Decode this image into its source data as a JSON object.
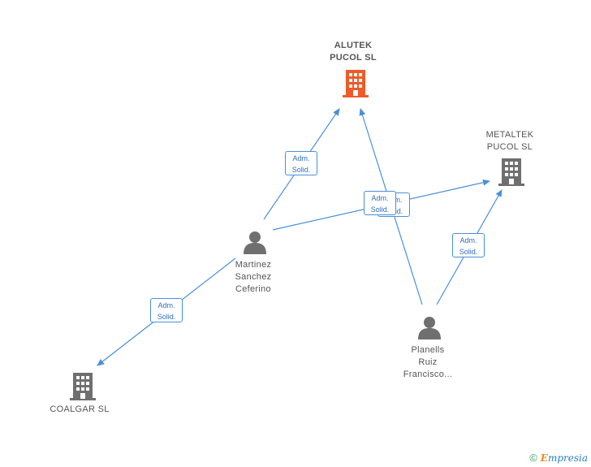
{
  "nodes": {
    "alutek": {
      "label": "ALUTEK\nPUCOL SL",
      "type": "company",
      "highlight": true,
      "color": "#f05a28"
    },
    "metaltek": {
      "label": "METALTEK\nPUCOL SL",
      "type": "company",
      "color": "#777777"
    },
    "coalgar": {
      "label": "COALGAR SL",
      "type": "company",
      "color": "#777777"
    },
    "martinez": {
      "label": "Martinez\nSanchez\nCeferino",
      "type": "person",
      "color": "#777777"
    },
    "planells": {
      "label": "Planells\nRuiz\nFrancisco...",
      "type": "person",
      "color": "#777777"
    }
  },
  "edges": [
    {
      "from": "martinez",
      "to": "alutek",
      "label": "Adm.\nSolid."
    },
    {
      "from": "martinez",
      "to": "metaltek",
      "label": "Adm.\nSolid."
    },
    {
      "from": "martinez",
      "to": "coalgar",
      "label": "Adm.\nSolid."
    },
    {
      "from": "planells",
      "to": "alutek",
      "label": "Adm.\nSolid."
    },
    {
      "from": "planells",
      "to": "metaltek",
      "label": "Adm.\nSolid."
    }
  ],
  "edge_color": "#4a90d9",
  "footer": {
    "copyright": "©",
    "brand_initial": "E",
    "brand_rest": "mpresia"
  }
}
